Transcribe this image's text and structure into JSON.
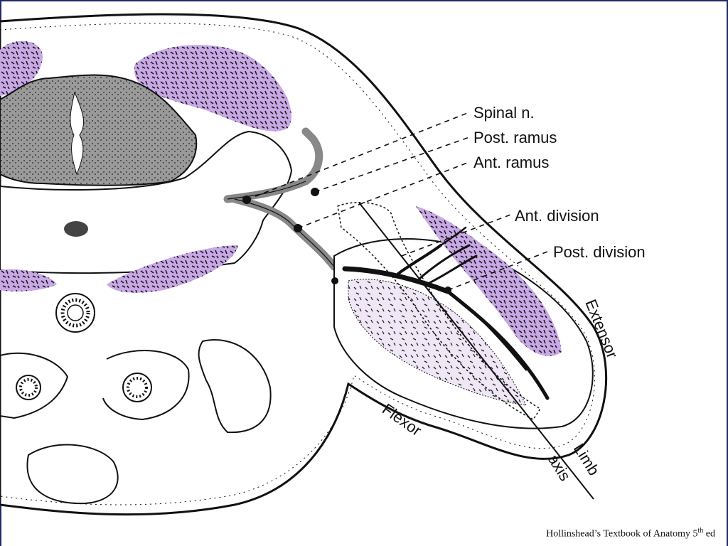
{
  "labels": {
    "spinal_n": "Spinal n.",
    "post_ramus": "Post. ramus",
    "ant_ramus": "Ant. ramus",
    "ant_division": "Ant. division",
    "post_division": "Post. division",
    "extensor": "Extensor",
    "flexor": "Flexor",
    "limb_axis_line1": "Limb",
    "limb_axis_line2": "axis"
  },
  "credit": {
    "text": "Hollinshead’s Textbook of Anatomy 5",
    "superscript": "th",
    "suffix": " ed"
  },
  "colors": {
    "muscle": "#c9a8e6",
    "bone": "#8c8c8c",
    "nerve_path": "#888888",
    "outline": "#111111",
    "border": "#1f2a6b"
  }
}
